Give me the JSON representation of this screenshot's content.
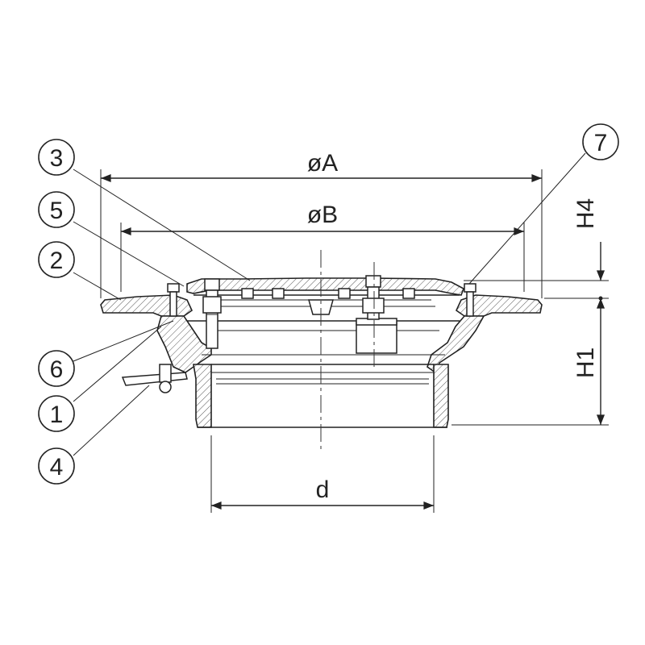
{
  "diagram": {
    "dimensions": {
      "outer_diameter": "øA",
      "inner_diameter": "øB",
      "height_top": "H4",
      "height_body": "H1",
      "pipe_diameter": "d"
    },
    "callouts": [
      "3",
      "5",
      "2",
      "6",
      "1",
      "4",
      "7"
    ],
    "colors": {
      "line": "#222222",
      "background": "#ffffff"
    }
  }
}
